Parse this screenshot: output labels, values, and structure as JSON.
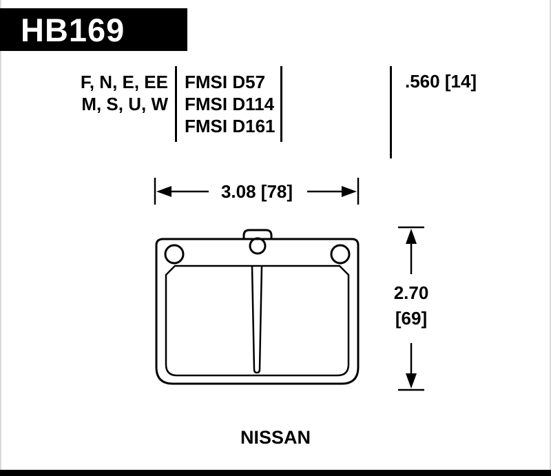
{
  "part_number": "HB169",
  "spec": {
    "compounds_line1": "F, N, E, EE",
    "compounds_line2": "M, S, U, W",
    "fmsi": [
      "FMSI D57",
      "FMSI D114",
      "FMSI D161"
    ],
    "thickness": ".560 [14]"
  },
  "dimensions": {
    "width": "3.08 [78]",
    "height_line1": "2.70",
    "height_line2": "[69]"
  },
  "vehicle": "NISSAN",
  "colors": {
    "ink": "#000000",
    "background": "#ffffff"
  }
}
